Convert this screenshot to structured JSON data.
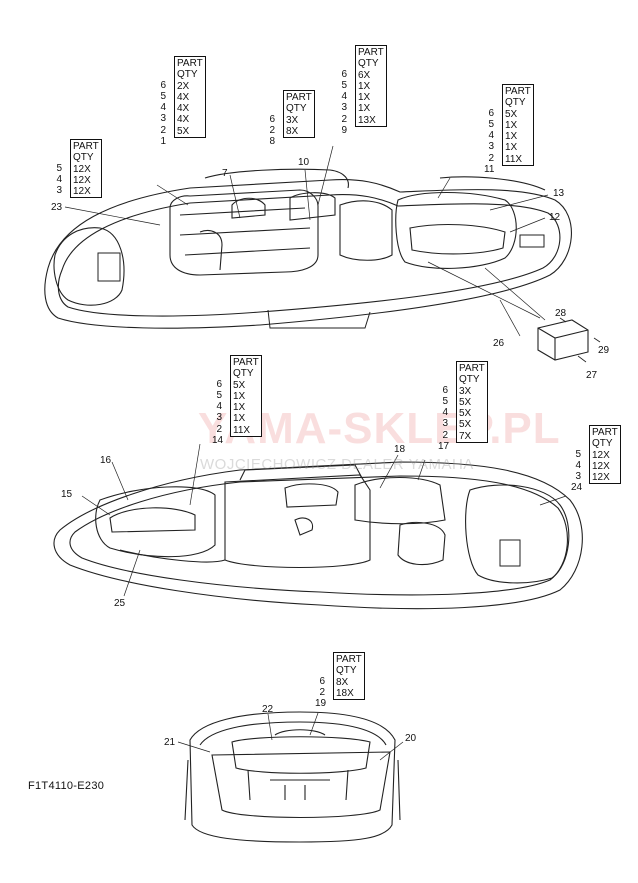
{
  "diagram_code": "F1T4110-E230",
  "watermark": {
    "brand": "YAMA-SKLEP.PL",
    "dealer": "WOJCIECHOWICZ DEALER YAMAHA"
  },
  "header": {
    "part": "PART",
    "qty": "QTY"
  },
  "quantity_tables": [
    {
      "id": "t1",
      "parts": [
        "5",
        "4",
        "3"
      ],
      "qtys": [
        "12X",
        "12X",
        "12X"
      ]
    },
    {
      "id": "t2",
      "parts": [
        "6",
        "5",
        "4",
        "3",
        "2",
        "1"
      ],
      "qtys": [
        "2X",
        "4X",
        "4X",
        "4X",
        "5X"
      ]
    },
    {
      "id": "t3",
      "parts": [
        "6",
        "2",
        "8"
      ],
      "qtys": [
        "3X",
        "8X"
      ]
    },
    {
      "id": "t4",
      "parts": [
        "6",
        "5",
        "4",
        "3",
        "2",
        "9"
      ],
      "qtys": [
        "6X",
        "1X",
        "1X",
        "1X",
        "13X"
      ]
    },
    {
      "id": "t5",
      "parts": [
        "6",
        "5",
        "4",
        "3",
        "2",
        "11"
      ],
      "qtys": [
        "5X",
        "1X",
        "1X",
        "1X",
        "11X"
      ]
    },
    {
      "id": "t6",
      "parts": [
        "6",
        "5",
        "4",
        "3",
        "2",
        "14"
      ],
      "qtys": [
        "5X",
        "1X",
        "1X",
        "1X",
        "11X"
      ]
    },
    {
      "id": "t7",
      "parts": [
        "6",
        "5",
        "4",
        "3",
        "2",
        "17"
      ],
      "qtys": [
        "3X",
        "5X",
        "5X",
        "5X",
        "7X"
      ]
    },
    {
      "id": "t8",
      "parts": [
        "5",
        "4",
        "3",
        "24"
      ],
      "qtys": [
        "12X",
        "12X",
        "12X"
      ]
    },
    {
      "id": "t9",
      "parts": [
        "6",
        "2",
        "19"
      ],
      "qtys": [
        "8X",
        "18X"
      ]
    }
  ],
  "callouts": [
    "23",
    "7",
    "10",
    "13",
    "12",
    "28",
    "29",
    "27",
    "26",
    "16",
    "15",
    "25",
    "18",
    "20",
    "21",
    "22"
  ]
}
